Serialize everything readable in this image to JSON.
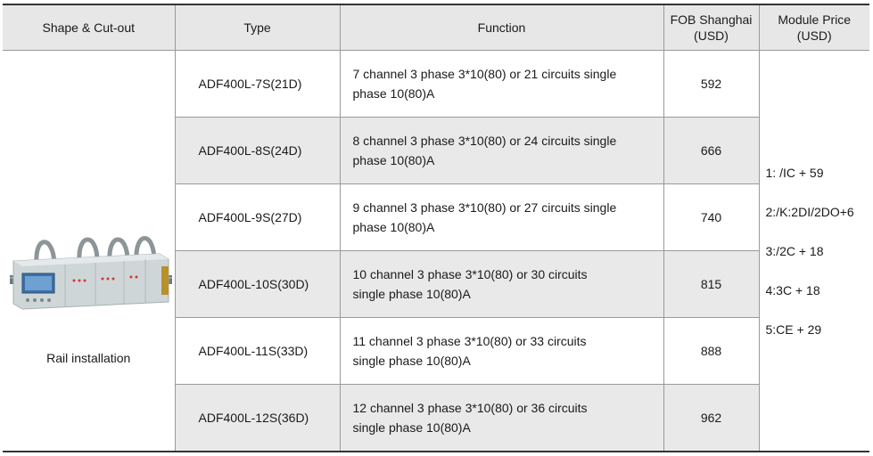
{
  "headers": {
    "shape": "Shape & Cut-out",
    "type": "Type",
    "function": "Function",
    "fob_line1": "FOB Shanghai",
    "fob_line2": "(USD)",
    "module_line1": "Module Price",
    "module_line2": "(USD)"
  },
  "shape": {
    "label": "Rail installation",
    "image_icon": "din-rail-meter-device-icon"
  },
  "rows": [
    {
      "type": "ADF400L-7S(21D)",
      "function_line1": "7 channel 3 phase 3*10(80) or 21 circuits single",
      "function_line2": "phase 10(80)A",
      "fob": "592"
    },
    {
      "type": "ADF400L-8S(24D)",
      "function_line1": "8 channel 3 phase 3*10(80) or 24 circuits single",
      "function_line2": "phase 10(80)A",
      "fob": "666"
    },
    {
      "type": "ADF400L-9S(27D)",
      "function_line1": "9 channel 3 phase 3*10(80) or 27 circuits single",
      "function_line2": "phase 10(80)A",
      "fob": "740"
    },
    {
      "type": "ADF400L-10S(30D)",
      "function_line1": "10 channel 3 phase 3*10(80) or 30 circuits",
      "function_line2": "single phase 10(80)A",
      "fob": "815"
    },
    {
      "type": "ADF400L-11S(33D)",
      "function_line1": "11 channel 3 phase 3*10(80) or 33 circuits",
      "function_line2": "single phase 10(80)A",
      "fob": "888"
    },
    {
      "type": "ADF400L-12S(36D)",
      "function_line1": "12 channel 3 phase 3*10(80) or 36 circuits",
      "function_line2": "single phase 10(80)A",
      "fob": "962"
    }
  ],
  "module_prices": [
    "1: /IC + 59",
    "2:/K:2DI/2DO+6",
    "3:/2C + 18",
    "4:3C + 18",
    "5:CE + 29"
  ]
}
